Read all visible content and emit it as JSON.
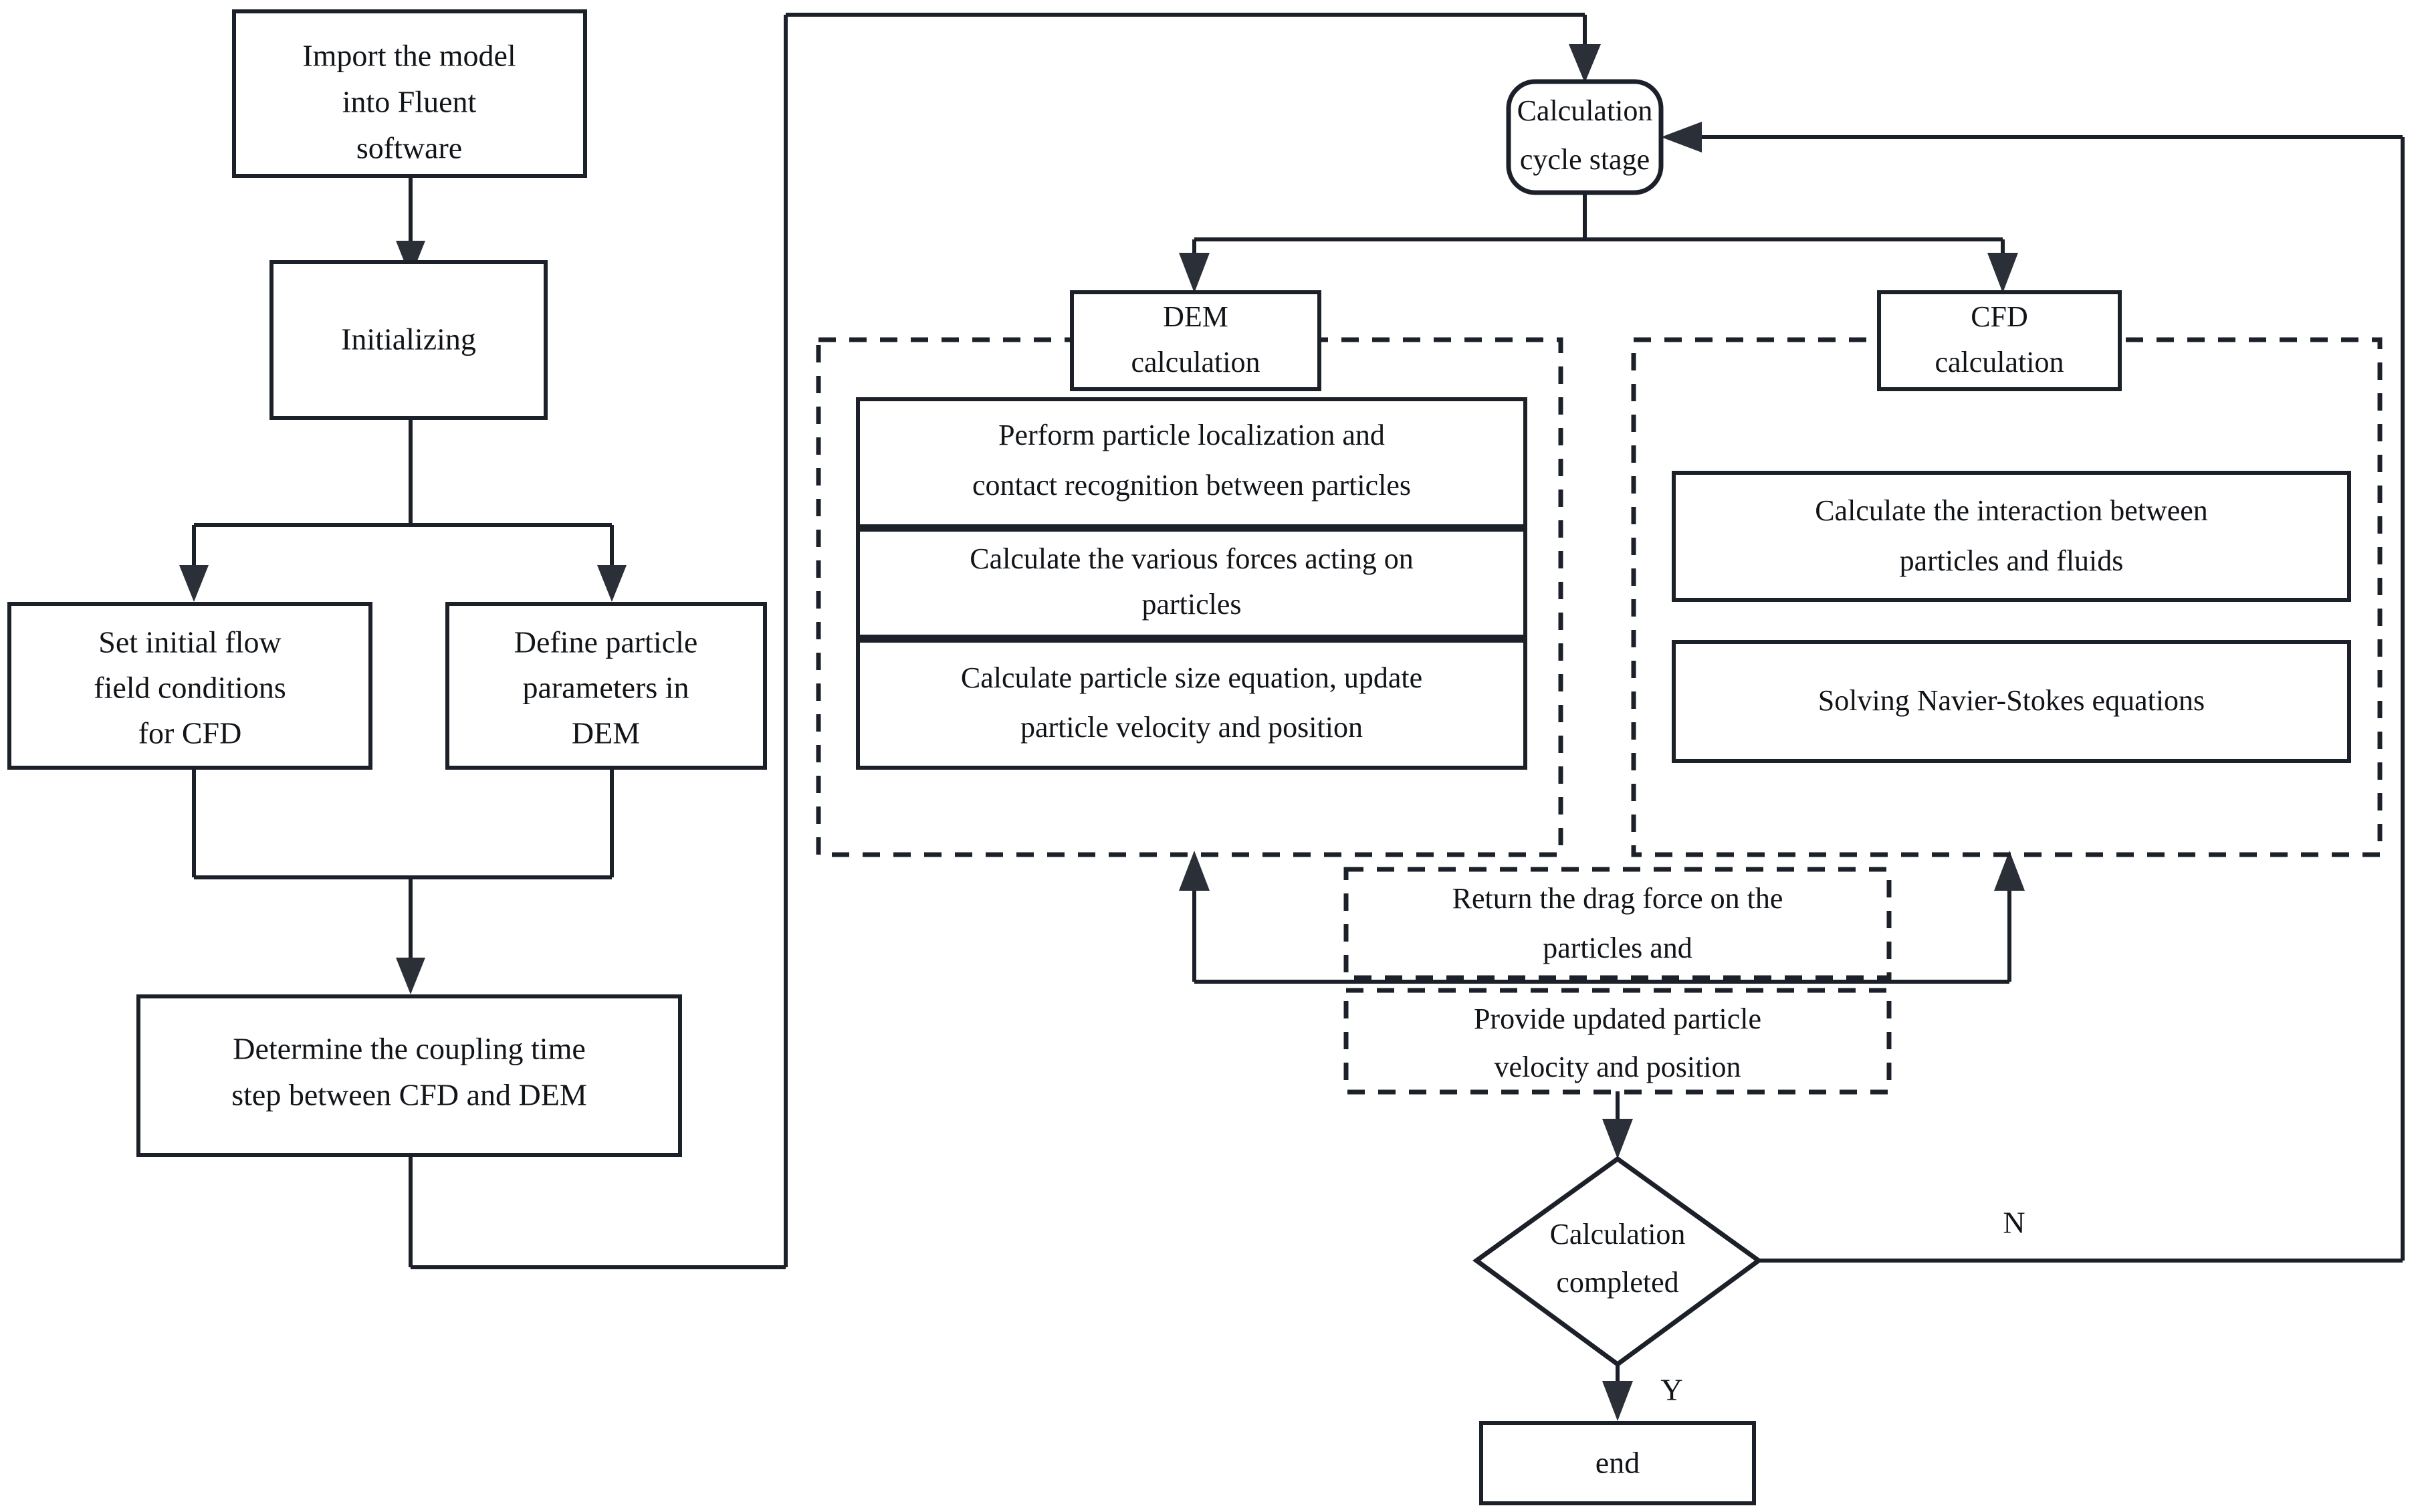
{
  "diagram": {
    "title_visible": false,
    "colors": {
      "stroke": "#1b2029",
      "text": "#111418",
      "background": "#ffffff"
    },
    "nodes": {
      "import_model": {
        "lines": [
          "Import the model",
          "into Fluent",
          "software"
        ]
      },
      "initializing": {
        "lines": [
          "Initializing"
        ]
      },
      "set_initial_flow": {
        "lines": [
          "Set initial flow",
          "field conditions",
          "for CFD"
        ]
      },
      "define_particle": {
        "lines": [
          "Define particle",
          "parameters in",
          "DEM"
        ]
      },
      "determine_coupling": {
        "lines": [
          "Determine the coupling time",
          "step between CFD and DEM"
        ]
      },
      "calculation_cycle": {
        "lines": [
          "Calculation",
          "cycle stage"
        ]
      },
      "dem_calculation": {
        "lines": [
          "DEM",
          "calculation"
        ]
      },
      "cfd_calculation": {
        "lines": [
          "CFD",
          "calculation"
        ]
      },
      "dem_step_1": {
        "lines": [
          "Perform particle localization and",
          "contact recognition between particles"
        ]
      },
      "dem_step_2": {
        "lines": [
          "Calculate the various forces acting on",
          "particles"
        ]
      },
      "dem_step_3": {
        "lines": [
          "Calculate particle size equation, update",
          "particle velocity and position"
        ]
      },
      "cfd_step_1": {
        "lines": [
          "Calculate the interaction between",
          "particles and fluids"
        ]
      },
      "cfd_step_2": {
        "lines": [
          "Solving Navier-Stokes equations"
        ]
      },
      "return_drag": {
        "lines": [
          "Return the drag force on the",
          "particles and"
        ]
      },
      "provide_updated": {
        "lines": [
          "Provide updated particle",
          "velocity and position"
        ]
      },
      "calculation_completed": {
        "lines": [
          "Calculation",
          "completed"
        ]
      },
      "end": {
        "lines": [
          "end"
        ]
      }
    },
    "edge_labels": {
      "no": "N",
      "yes": "Y"
    }
  }
}
